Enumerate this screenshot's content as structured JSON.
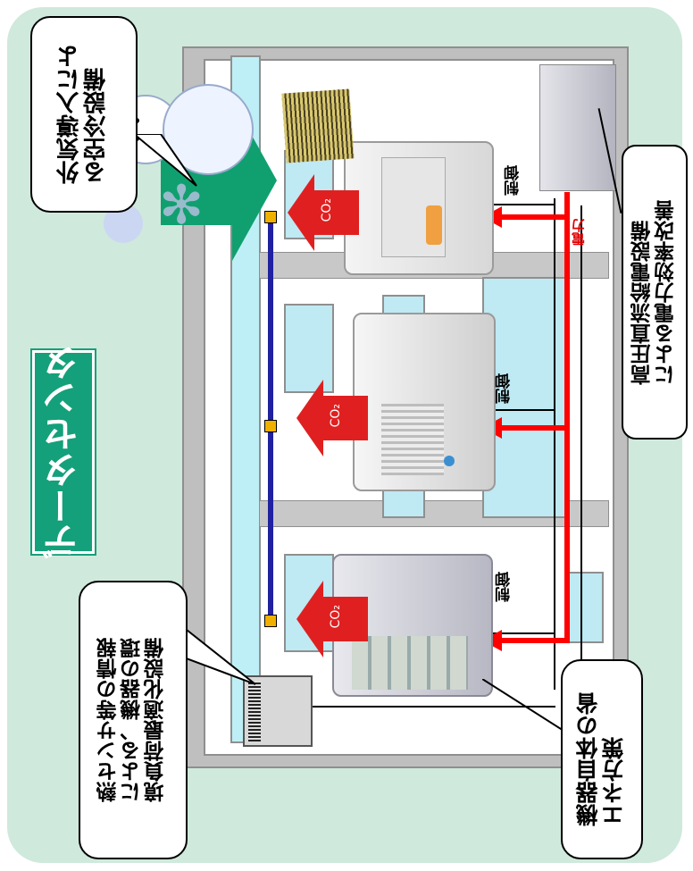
{
  "title": "データセンタ",
  "callouts": {
    "outside_air": "外気導入によ\nる空冷設備",
    "hvdc": "高圧直流給電設備\nによる電力効率改善",
    "sensor": "熱センサ等の情報\nによる、機器の環\n境負荷最適化設備",
    "device": "機器自体の省\nエネ方策"
  },
  "labels": {
    "control": "制御",
    "power": "電力",
    "co2": "CO₂"
  },
  "colors": {
    "panel": "#cfe9dc",
    "title_bg": "#14a07a",
    "power_line": "#ff0000",
    "sensor_line": "#2020a0",
    "co2_arrow": "#e02020",
    "air_arrow": "#10a070"
  }
}
